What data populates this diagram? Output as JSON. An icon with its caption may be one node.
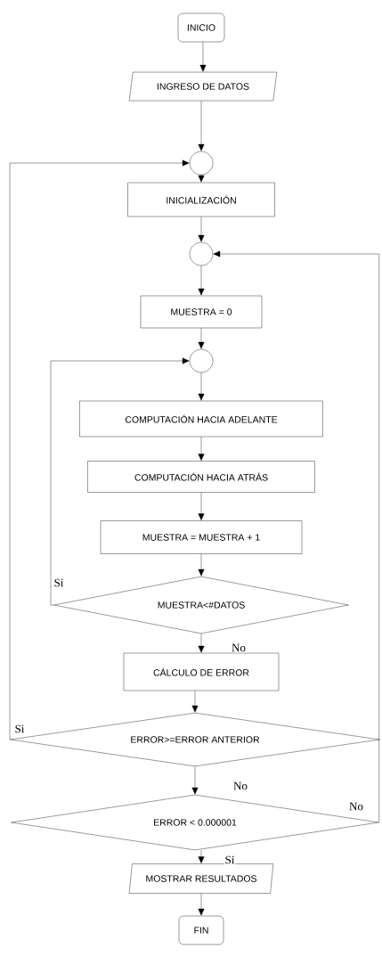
{
  "diagram": {
    "nodes": [
      {
        "text": [
          "INICIO"
        ]
      },
      {
        "text": [
          "INGRESO DE DATOS"
        ]
      },
      {
        "text": [],
        "shape": "circle"
      },
      {
        "text": [
          "INICIALIZACIÓN"
        ]
      },
      {
        "text": [],
        "shape": "circle"
      },
      {
        "text": [
          "MUESTRA = 0"
        ]
      },
      {
        "text": [],
        "shape": "circle"
      },
      {
        "text": [
          "COMPUTACIÓN HACIA ADELANTE"
        ]
      },
      {
        "text": [
          "COMPUTACIÓN HACIA ATRÁS"
        ]
      },
      {
        "text": [
          "MUESTRA = MUESTRA + 1"
        ]
      },
      {
        "text": [
          "MUESTRA<#DATOS"
        ]
      },
      {
        "text": [
          "CÁLCULO DE ERROR"
        ]
      },
      {
        "text": [
          "ERROR>=ERROR ANTERIOR"
        ]
      },
      {
        "text": [
          "ERROR < 0.000001"
        ]
      },
      {
        "text": [
          "MOSTRAR RESULTADOS"
        ]
      },
      {
        "text": [
          "FIN"
        ]
      }
    ],
    "edges": [
      {
        "from": 0,
        "to": 1,
        "arrow": "to"
      },
      {
        "from": 1,
        "to": 2,
        "arrow": "to"
      },
      {
        "from": 2,
        "to": 3,
        "arrow": "to"
      },
      {
        "from": 3,
        "to": 4,
        "arrow": "to"
      },
      {
        "from": 4,
        "to": 5,
        "arrow": "to"
      },
      {
        "from": 5,
        "to": 6,
        "arrow": "to"
      },
      {
        "from": 6,
        "to": 7,
        "arrow": "to"
      },
      {
        "from": 7,
        "to": 8,
        "arrow": "to"
      },
      {
        "from": 8,
        "to": 9,
        "arrow": "to"
      },
      {
        "from": 9,
        "to": 10,
        "arrow": "to"
      },
      {
        "from": 10,
        "to": 6,
        "arrow": "to",
        "label": "Si"
      },
      {
        "from": 10,
        "to": 11,
        "arrow": "to",
        "label": "No"
      },
      {
        "from": 11,
        "to": 12,
        "arrow": "to"
      },
      {
        "from": 12,
        "to": 2,
        "arrow": "to",
        "label": "Si"
      },
      {
        "from": 12,
        "to": 13,
        "arrow": "to",
        "label": "No"
      },
      {
        "from": 13,
        "to": 4,
        "arrow": "to",
        "label": "No"
      },
      {
        "from": 13,
        "to": 14,
        "arrow": "to",
        "label": "Si"
      },
      {
        "from": 14,
        "to": 15,
        "arrow": "to"
      }
    ]
  }
}
